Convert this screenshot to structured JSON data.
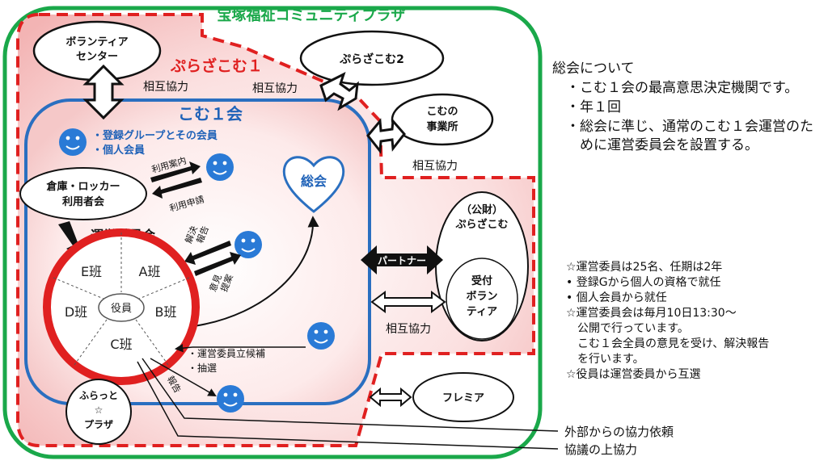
{
  "diagram": {
    "outer_title": "宝塚福祉コミュニティプラザ",
    "plazacom1_label": "ぷらざこむ１",
    "com1_label": "こむ１会",
    "volunteer_center": [
      "ボランティア",
      "センター"
    ],
    "plazacom2": "ぷらざこむ2",
    "com_office": [
      "こむの",
      "事業所"
    ],
    "mutual_coop": "相互協力",
    "members": [
      "・登録グループとその会員",
      "・個人会員"
    ],
    "usage_guide": "利用案内",
    "usage_apply": "利用申請",
    "warehouse": [
      "倉庫・ロッカー",
      "利用者会"
    ],
    "general_meeting": "総会",
    "steering_committee": "運営委員会",
    "resolution_report": [
      "解決",
      "報告"
    ],
    "opinion_proposal": [
      "意見",
      "提案"
    ],
    "teams": {
      "e": "E班",
      "a": "A班",
      "d": "D班",
      "officers": "役員",
      "b": "B班",
      "c": "C班"
    },
    "candidate": [
      "・運営委員立候補",
      "・抽選"
    ],
    "report": "報告",
    "furatto": [
      "ふらっと",
      "☆",
      "プラザ"
    ],
    "partner": "パートナー",
    "foundation": [
      "（公財）",
      "ぷらざこむ"
    ],
    "reception": [
      "受付",
      "ボラン",
      "ティア"
    ],
    "flemia": "フレミア",
    "external_request": "外部からの協力依頼",
    "consultation": "協議の上協力"
  },
  "notes": {
    "general_meeting_title": "総会について",
    "general_meeting_items": [
      "・こむ１会の最高意思決定機関です。",
      "・年１回",
      "・総会に準じ、通常のこむ１会運営のた",
      "　めに運営委員会を設置する。"
    ],
    "committee_items": [
      "☆運営委員は25名、任期は2年",
      "•  登録Gから個人の資格で就任",
      "•  個人会員から就任",
      "☆運営委員会は毎月10日13:30～",
      "　公開で行っています。",
      "　こむ１会全員の意見を受け、解決報告",
      "　を行います。",
      "☆役員は運営委員から互選"
    ]
  },
  "colors": {
    "outer_border": "#1aa84a",
    "plaza_border": "#e02020",
    "com1_border": "#2a6fc0",
    "title_green": "#1aa84a",
    "title_red": "#e02020",
    "title_blue": "#1f62b8",
    "face_blue": "#2a7ad6",
    "pink": "#f7c6c6"
  }
}
